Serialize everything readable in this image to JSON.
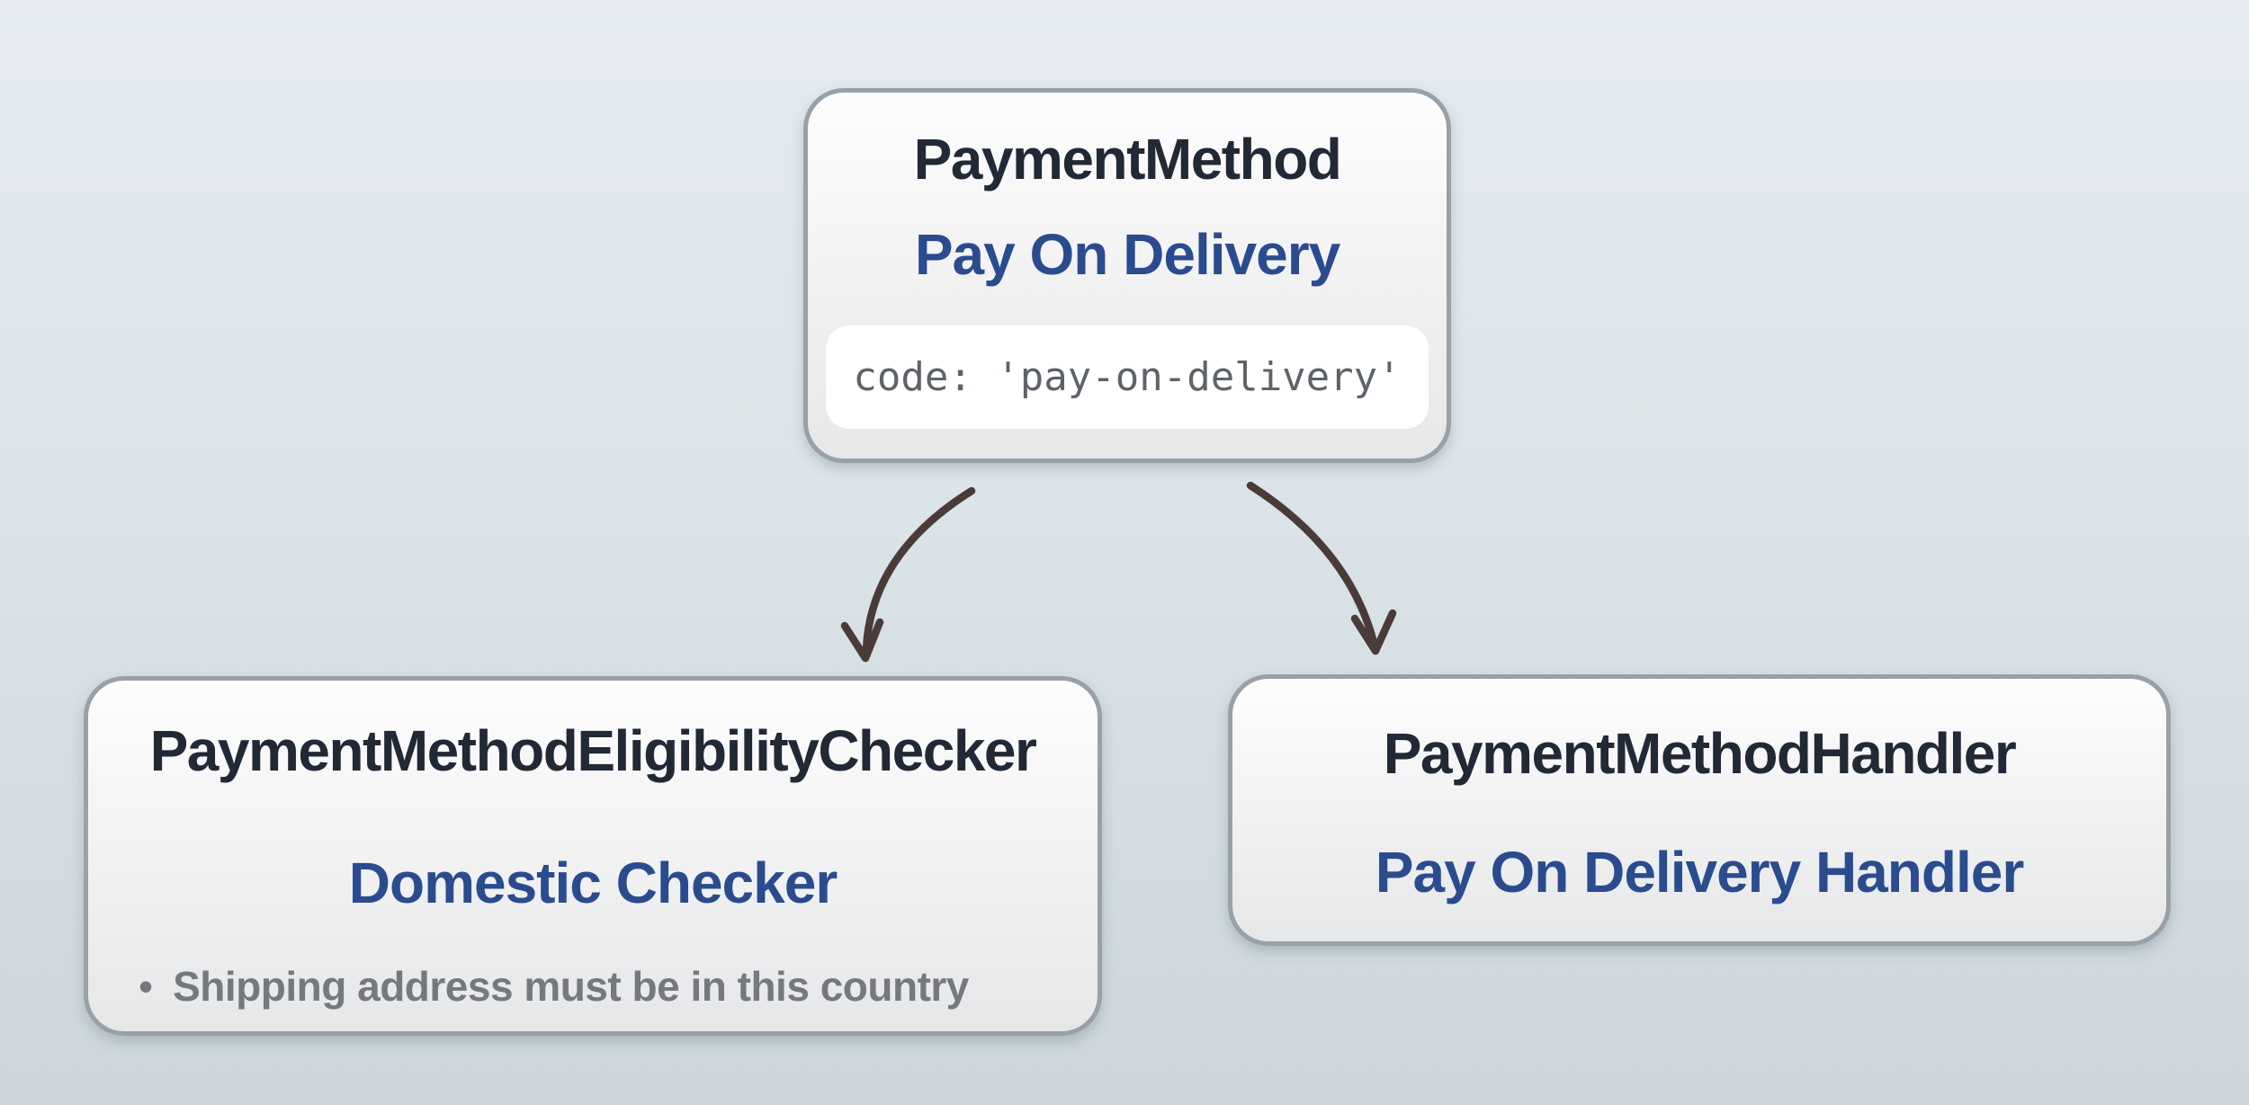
{
  "diagram": {
    "nodes": {
      "payment_method": {
        "title": "PaymentMethod",
        "subtitle": "Pay On Delivery",
        "code": "code: 'pay-on-delivery'"
      },
      "eligibility_checker": {
        "title": "PaymentMethodEligibilityChecker",
        "subtitle": "Domestic Checker",
        "bullet_glyph": "•",
        "bullet": "Shipping address must be in this country"
      },
      "handler": {
        "title": "PaymentMethodHandler",
        "subtitle": "Pay On Delivery Handler"
      }
    },
    "edges": [
      {
        "from": "payment_method",
        "to": "eligibility_checker"
      },
      {
        "from": "payment_method",
        "to": "handler"
      }
    ],
    "colors": {
      "background_top": "#e5ebf0",
      "background_bottom": "#ccd6dc",
      "node_border": "#98a1a7",
      "node_fill_top": "#fdfdfe",
      "node_fill_bottom": "#e6e7e8",
      "title_text": "#212936",
      "subtitle_text": "#2a4c8f",
      "code_bg": "#ffffff",
      "code_text": "#5d6368",
      "note_text": "#75797e",
      "arrow": "#4a3b39"
    }
  }
}
